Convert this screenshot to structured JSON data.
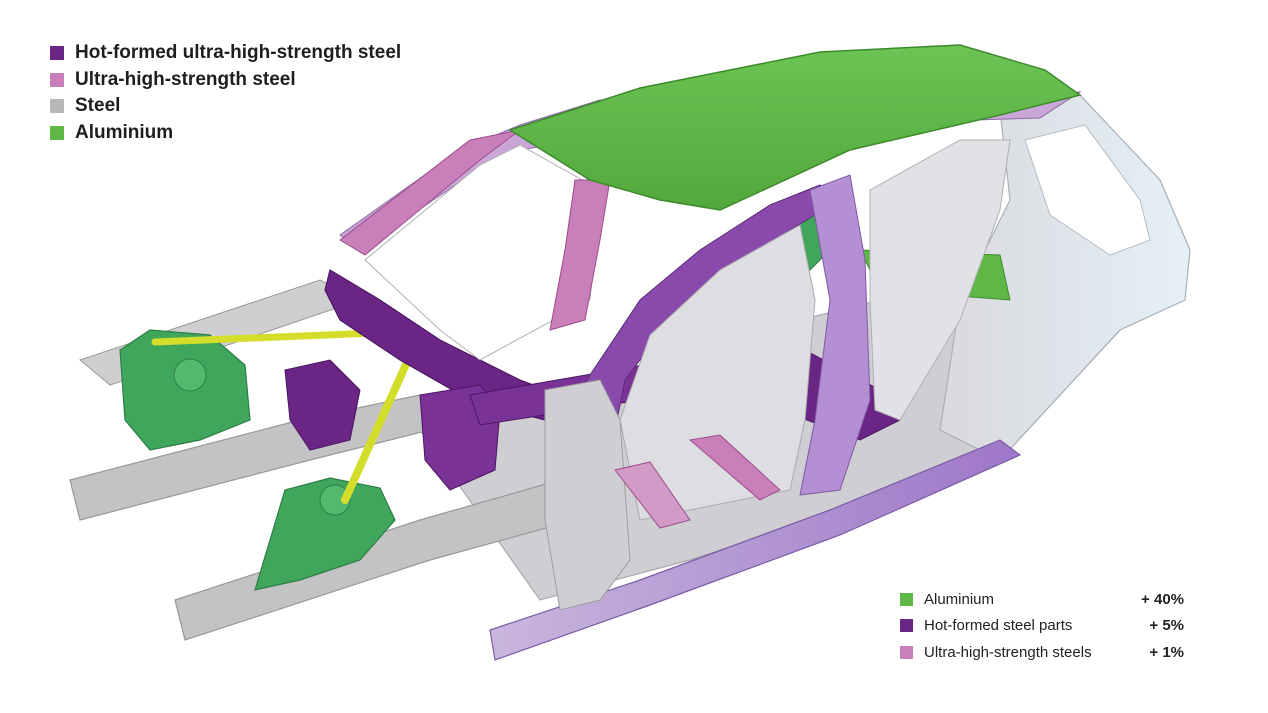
{
  "colors": {
    "hot_formed": "#6a2585",
    "ultra_high_strength": "#c97fba",
    "steel": "#b7b7b7",
    "aluminium": "#5fb846",
    "strut_yellow": "#d4de2a",
    "background": "#ffffff"
  },
  "legend_top": {
    "items": [
      {
        "label": "Hot-formed ultra-high-strength steel",
        "color": "#6a2585"
      },
      {
        "label": "Ultra-high-strength steel",
        "color": "#c97fba"
      },
      {
        "label": "Steel",
        "color": "#b7b7b7"
      },
      {
        "label": "Aluminium",
        "color": "#5fb846"
      }
    ]
  },
  "legend_bottom": {
    "items": [
      {
        "label": "Aluminium",
        "value": "+ 40%",
        "color": "#5fb846"
      },
      {
        "label": "Hot-formed steel parts",
        "value": "+ 5%",
        "color": "#6a2585"
      },
      {
        "label": "Ultra-high-strength steels",
        "value": "+ 1%",
        "color": "#c97fba"
      }
    ]
  }
}
